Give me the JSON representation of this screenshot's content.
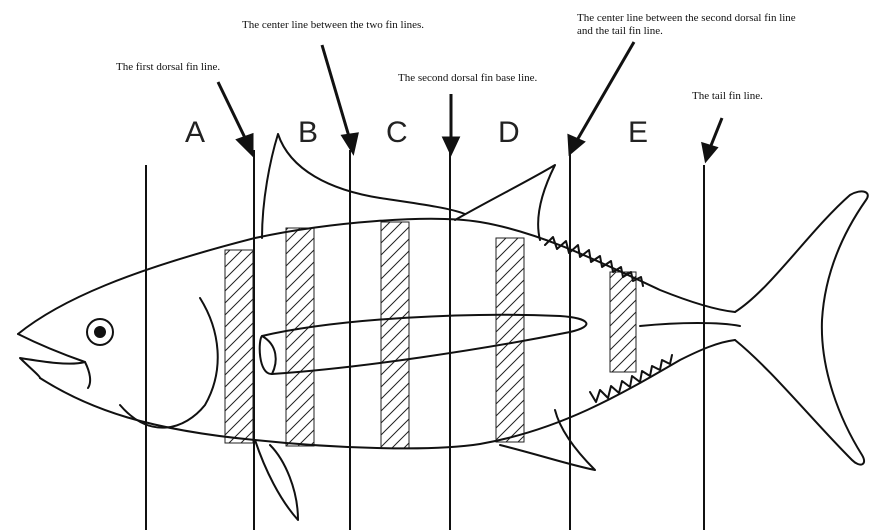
{
  "annotations": {
    "first_dorsal": "The first dorsal fin  line.",
    "center_two_fins": "The center line between the two fin lines.",
    "second_dorsal_base": "The second dorsal fin base line.",
    "center_second_tail_line1": "The center line between the second dorsal fin  line",
    "center_second_tail_line2": "and the tail fin line.",
    "tail_fin": "The tail fin  line."
  },
  "sections": [
    "A",
    "B",
    "C",
    "D",
    "E"
  ],
  "colors": {
    "ink": "#111111",
    "background": "#ffffff"
  }
}
